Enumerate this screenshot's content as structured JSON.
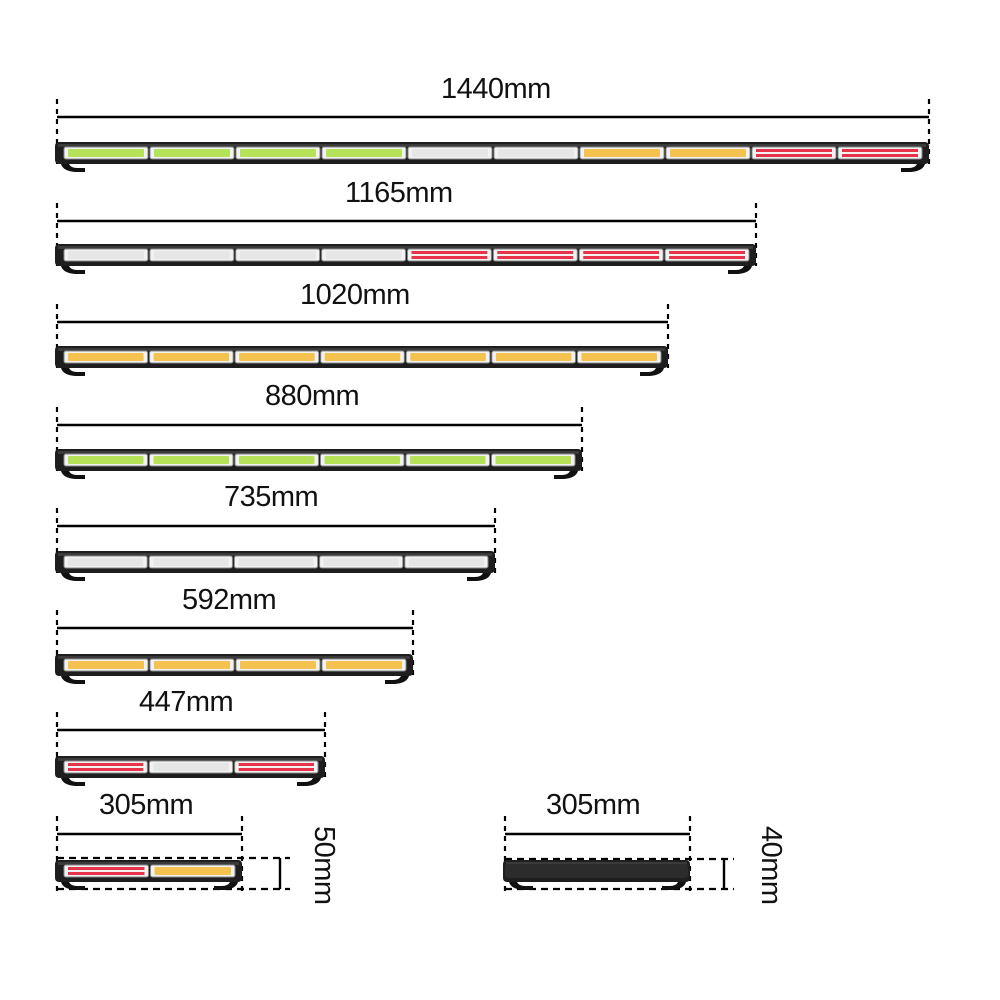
{
  "colors": {
    "green": "#b6e25a",
    "white": "#e6e6e6",
    "amber": "#f3c24f",
    "red": "#e8344a",
    "housing": "#1e1e1e"
  },
  "bars": [
    {
      "id": "1440",
      "label": "1440mm",
      "segments": [
        "green",
        "green",
        "green",
        "green",
        "white",
        "white",
        "amber",
        "amber",
        "red",
        "red"
      ]
    },
    {
      "id": "1165",
      "label": "1165mm",
      "segments": [
        "white",
        "white",
        "white",
        "white",
        "red",
        "red",
        "red",
        "red"
      ]
    },
    {
      "id": "1020",
      "label": "1020mm",
      "segments": [
        "amber",
        "amber",
        "amber",
        "amber",
        "amber",
        "amber",
        "amber"
      ]
    },
    {
      "id": "880",
      "label": "880mm",
      "segments": [
        "green",
        "green",
        "green",
        "green",
        "green",
        "green"
      ]
    },
    {
      "id": "735",
      "label": "735mm",
      "segments": [
        "white",
        "white",
        "white",
        "white",
        "white"
      ]
    },
    {
      "id": "592",
      "label": "592mm",
      "segments": [
        "amber",
        "amber",
        "amber",
        "amber"
      ]
    },
    {
      "id": "447",
      "label": "447mm",
      "segments": [
        "red",
        "white",
        "red"
      ]
    },
    {
      "id": "305a",
      "label": "305mm",
      "segments": [
        "red",
        "amber"
      ],
      "height_label": "50mm"
    },
    {
      "id": "305b",
      "label": "305mm",
      "segments": [],
      "height_label": "40mm"
    }
  ]
}
